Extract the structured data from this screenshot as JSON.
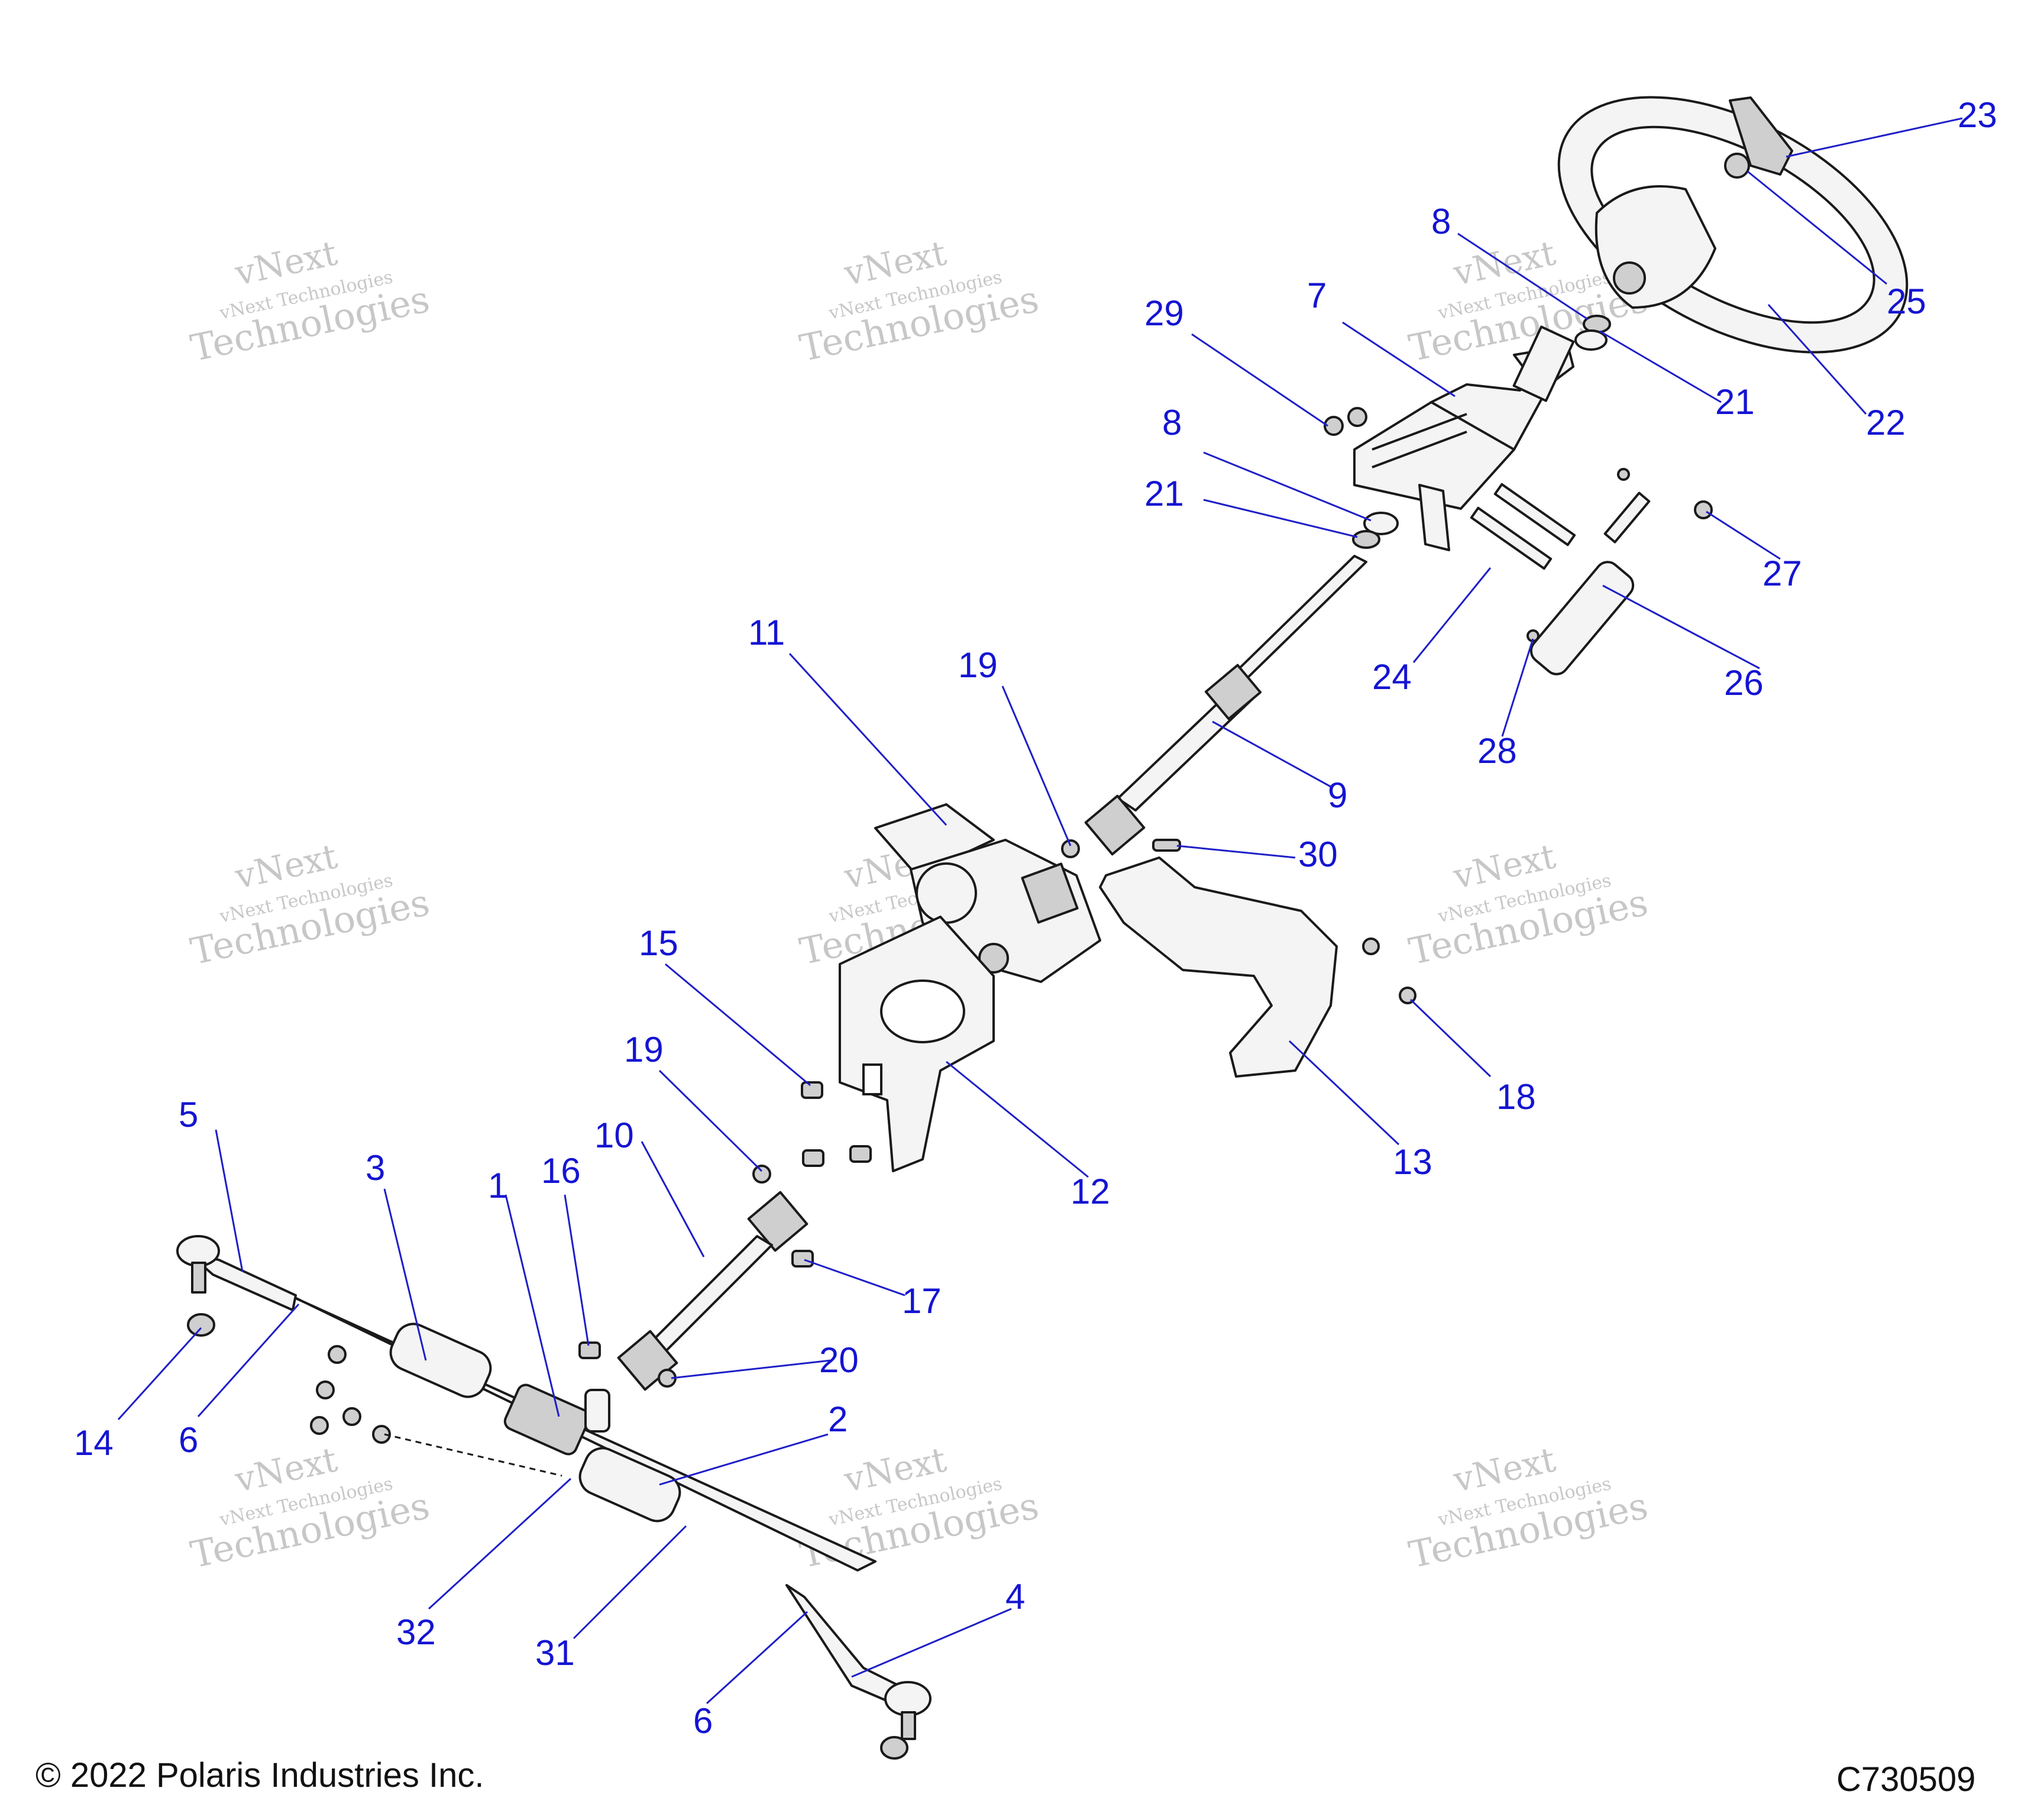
{
  "diagram": {
    "callouts": [
      {
        "id": "c1",
        "label": "1"
      },
      {
        "id": "c2",
        "label": "2"
      },
      {
        "id": "c3",
        "label": "3"
      },
      {
        "id": "c4",
        "label": "4"
      },
      {
        "id": "c5",
        "label": "5"
      },
      {
        "id": "c6a",
        "label": "6"
      },
      {
        "id": "c6b",
        "label": "6"
      },
      {
        "id": "c7",
        "label": "7"
      },
      {
        "id": "c8a",
        "label": "8"
      },
      {
        "id": "c8b",
        "label": "8"
      },
      {
        "id": "c9",
        "label": "9"
      },
      {
        "id": "c10",
        "label": "10"
      },
      {
        "id": "c11",
        "label": "11"
      },
      {
        "id": "c12",
        "label": "12"
      },
      {
        "id": "c13",
        "label": "13"
      },
      {
        "id": "c14",
        "label": "14"
      },
      {
        "id": "c15",
        "label": "15"
      },
      {
        "id": "c16",
        "label": "16"
      },
      {
        "id": "c17",
        "label": "17"
      },
      {
        "id": "c18",
        "label": "18"
      },
      {
        "id": "c19a",
        "label": "19"
      },
      {
        "id": "c19b",
        "label": "19"
      },
      {
        "id": "c20",
        "label": "20"
      },
      {
        "id": "c21a",
        "label": "21"
      },
      {
        "id": "c21b",
        "label": "21"
      },
      {
        "id": "c22",
        "label": "22"
      },
      {
        "id": "c23",
        "label": "23"
      },
      {
        "id": "c24",
        "label": "24"
      },
      {
        "id": "c25",
        "label": "25"
      },
      {
        "id": "c26",
        "label": "26"
      },
      {
        "id": "c27",
        "label": "27"
      },
      {
        "id": "c28",
        "label": "28"
      },
      {
        "id": "c29",
        "label": "29"
      },
      {
        "id": "c30",
        "label": "30"
      },
      {
        "id": "c31",
        "label": "31"
      },
      {
        "id": "c32",
        "label": "32"
      }
    ]
  },
  "watermark": {
    "line1": "vNext",
    "line2": "vNext Technologies",
    "line3": "Technologies"
  },
  "footer": {
    "copyright": "© 2022 Polaris Industries Inc.",
    "code": "C730509"
  },
  "colors": {
    "callout": "#1414d2",
    "leader": "#1e1ec8",
    "line": "#1a1a1a",
    "watermark": "#9a9a9a"
  }
}
